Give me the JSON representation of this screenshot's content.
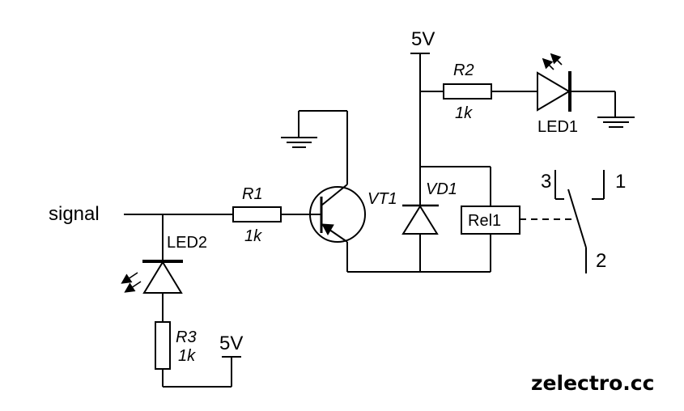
{
  "labels": {
    "supply_top": "5V",
    "supply_bottom": "5V",
    "signal": "signal",
    "r1_name": "R1",
    "r1_value": "1k",
    "r2_name": "R2",
    "r2_value": "1k",
    "r3_name": "R3",
    "r3_value": "1k",
    "led1": "LED1",
    "led2": "LED2",
    "transistor": "VT1",
    "diode": "VD1",
    "relay": "Rel1",
    "pin3": "3",
    "pin1": "1",
    "pin2": "2"
  },
  "watermark": "zelectro.cc"
}
